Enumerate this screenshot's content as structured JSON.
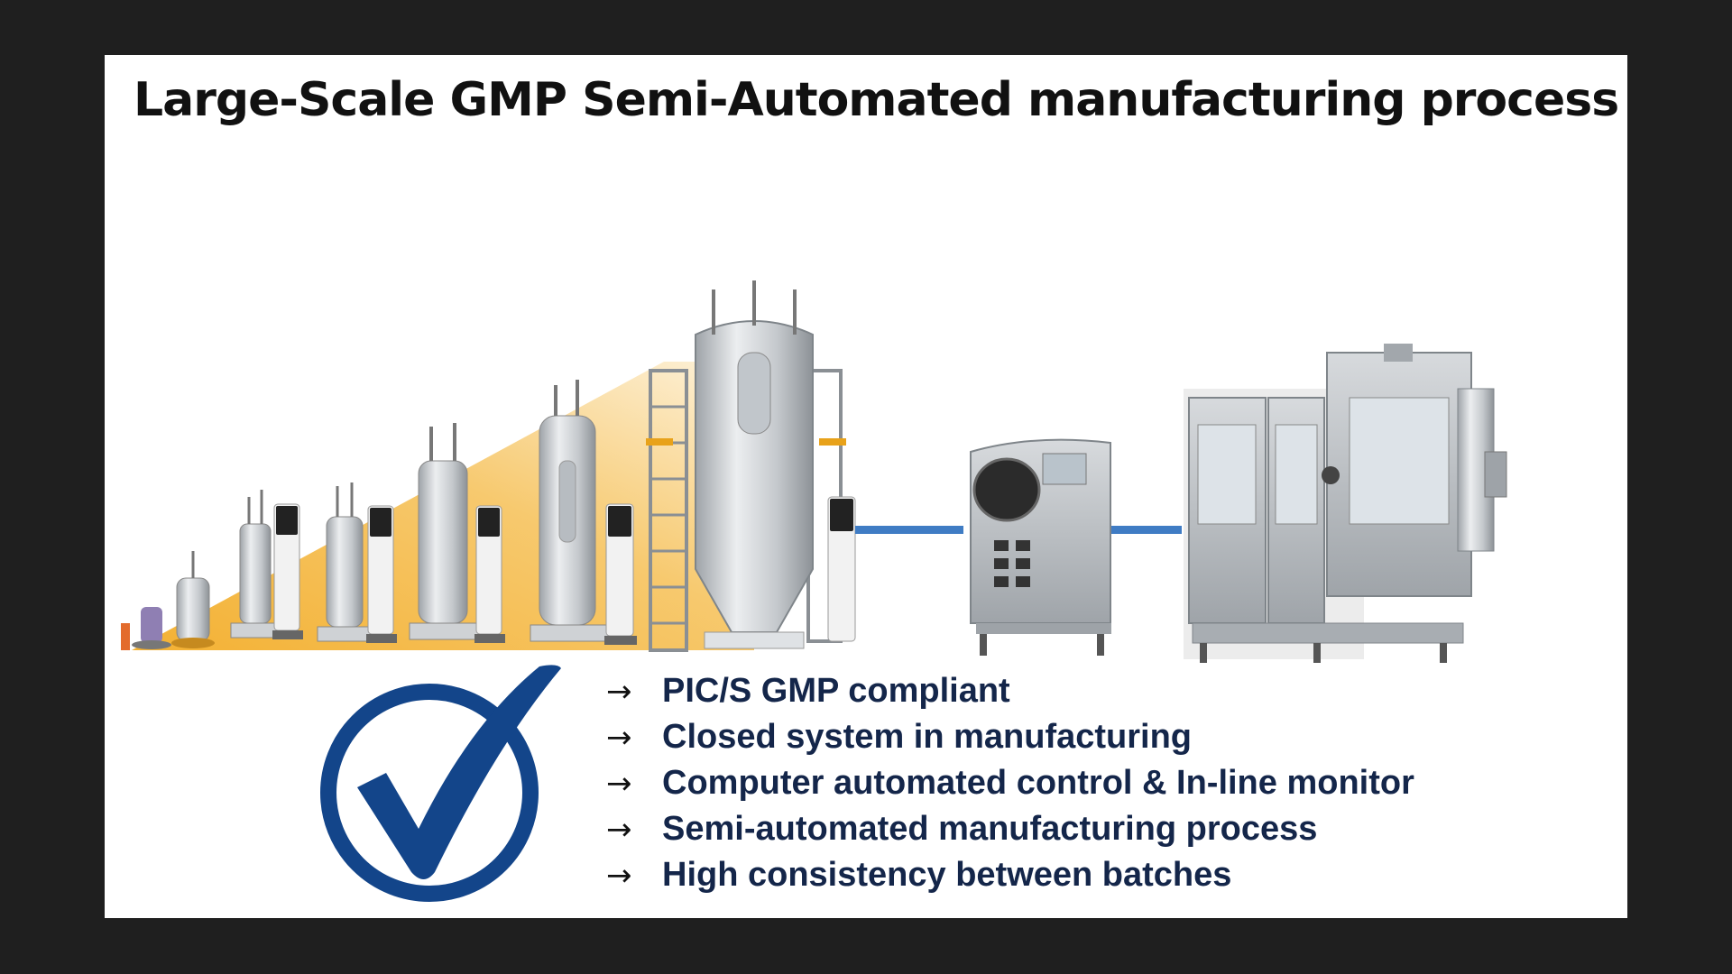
{
  "slide": {
    "title": "Large-Scale GMP Semi-Automated manufacturing process",
    "arrow_glyph": "→",
    "bullets": [
      "PIC/S GMP compliant",
      "Closed system in manufacturing",
      "Computer automated control & In-line monitor",
      "Semi-automated manufacturing process",
      "High consistency between batches"
    ]
  },
  "images": {
    "bioreactor_series": "scale-up bioreactor series illustration",
    "processing_unit": "stainless steel processing unit",
    "filling_machine": "automated filling machine",
    "check_icon": "check-mark-icon"
  },
  "colors": {
    "slide_bg": "#ffffff",
    "frame_bg": "#1f1f1f",
    "check_blue": "#13458a",
    "connector_blue": "#3f7cc4",
    "scale_wedge": "#f4b63c",
    "bullet_text": "#14264a"
  }
}
